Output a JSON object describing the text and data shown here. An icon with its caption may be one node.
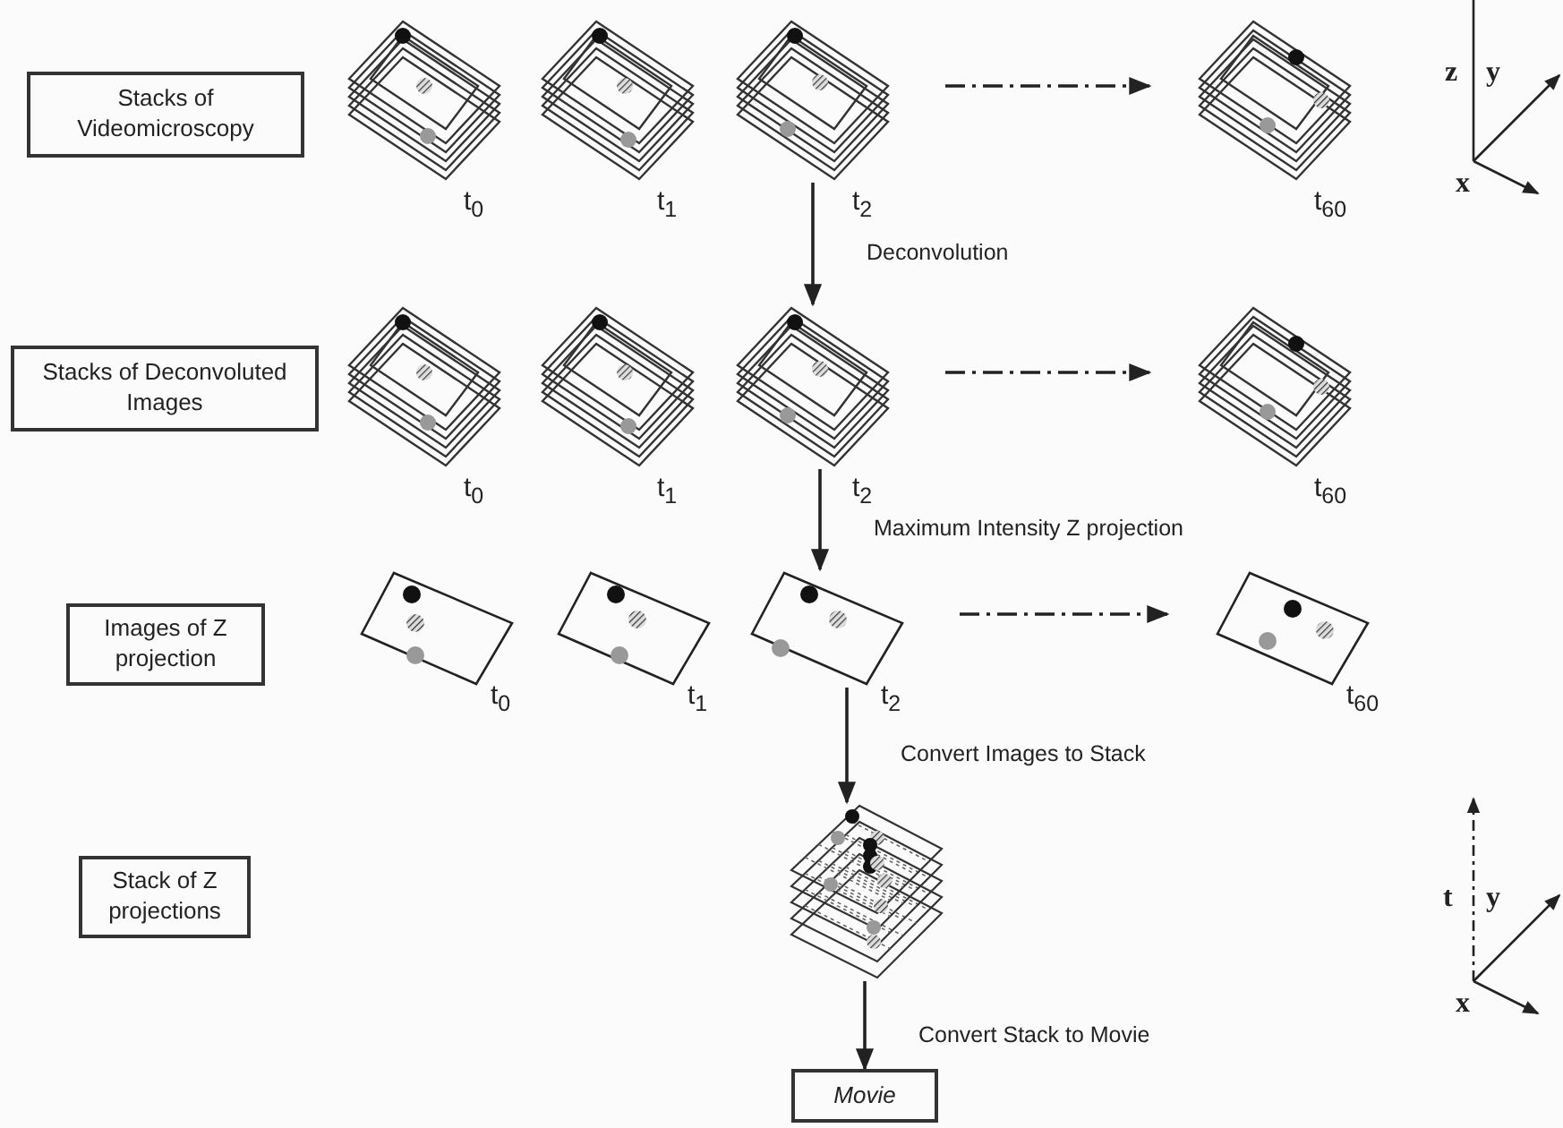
{
  "diagram": {
    "nodes": [
      {
        "text": [
          "Stacks of Videomicroscopy"
        ]
      },
      {
        "text": [],
        "shape": "picture",
        "beside": [
          "t$_{0}$"
        ]
      },
      {
        "text": [],
        "shape": "picture",
        "beside": [
          "t$_{1}$"
        ]
      },
      {
        "text": [],
        "shape": "picture",
        "beside": [
          "t$_{2}$"
        ]
      },
      {
        "text": [],
        "shape": "picture",
        "beside": [
          "t$_{60}$"
        ]
      },
      {
        "text": [
          "Stacks of Deconvoluted Images"
        ]
      },
      {
        "text": [],
        "shape": "picture",
        "beside": [
          "t$_{0}$"
        ]
      },
      {
        "text": [],
        "shape": "picture",
        "beside": [
          "t$_{1}$"
        ]
      },
      {
        "text": [],
        "shape": "picture",
        "beside": [
          "t$_{2}$"
        ]
      },
      {
        "text": [],
        "shape": "picture",
        "beside": [
          "t$_{60}$"
        ]
      },
      {
        "text": [
          "Images of Z projection"
        ]
      },
      {
        "text": [],
        "shape": "picture",
        "beside": [
          "t$_{0}$"
        ]
      },
      {
        "text": [],
        "shape": "picture",
        "beside": [
          "t$_{1}$"
        ]
      },
      {
        "text": [],
        "shape": "picture",
        "beside": [
          "t$_{2}$"
        ]
      },
      {
        "text": [],
        "shape": "picture",
        "beside": [
          "t$_{60}$"
        ]
      },
      {
        "text": [
          "Stack of Z projections"
        ]
      },
      {
        "text": [],
        "shape": "picture"
      },
      {
        "text": [
          "Movie"
        ]
      }
    ],
    "edges": [
      {
        "from": 3,
        "to": 8,
        "arrow": "to",
        "label": "Deconvolution"
      },
      {
        "from": 3,
        "to": 4,
        "arrow": "to",
        "style": "dashed"
      },
      {
        "from": 8,
        "to": 13,
        "arrow": "to",
        "label": "Maximum Intensity Z projection"
      },
      {
        "from": 8,
        "to": 9,
        "arrow": "to",
        "style": "dashed"
      },
      {
        "from": 13,
        "to": 16,
        "arrow": "to",
        "label": "Convert Images to Stack"
      },
      {
        "from": 13,
        "to": 14,
        "arrow": "to",
        "style": "dashed"
      },
      {
        "from": 16,
        "to": 17,
        "arrow": "to",
        "label": "Convert Stack to Movie"
      }
    ],
    "labels": [
      "z",
      "y",
      "x",
      "t",
      "y",
      "x"
    ]
  }
}
